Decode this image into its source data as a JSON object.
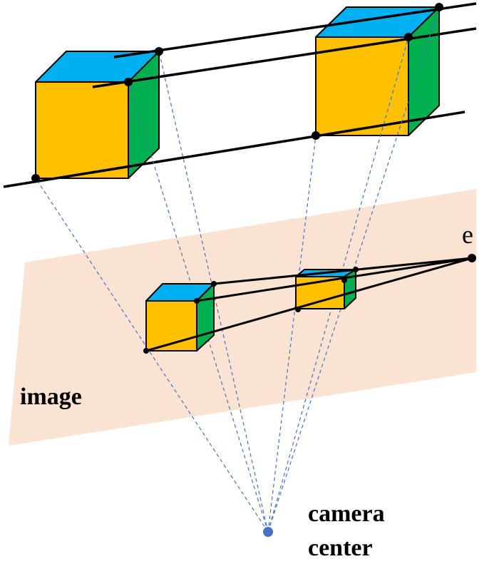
{
  "labels": {
    "epipole": "e",
    "image": "image",
    "camera_line1": "camera",
    "camera_line2": "center"
  },
  "colors": {
    "cube_front": "#ffc000",
    "cube_top": "#00b0f0",
    "cube_side": "#00b050",
    "image_plane": "#fbe3d4",
    "projection_ray": "#4472c4",
    "camera_center": "#4472c4"
  }
}
